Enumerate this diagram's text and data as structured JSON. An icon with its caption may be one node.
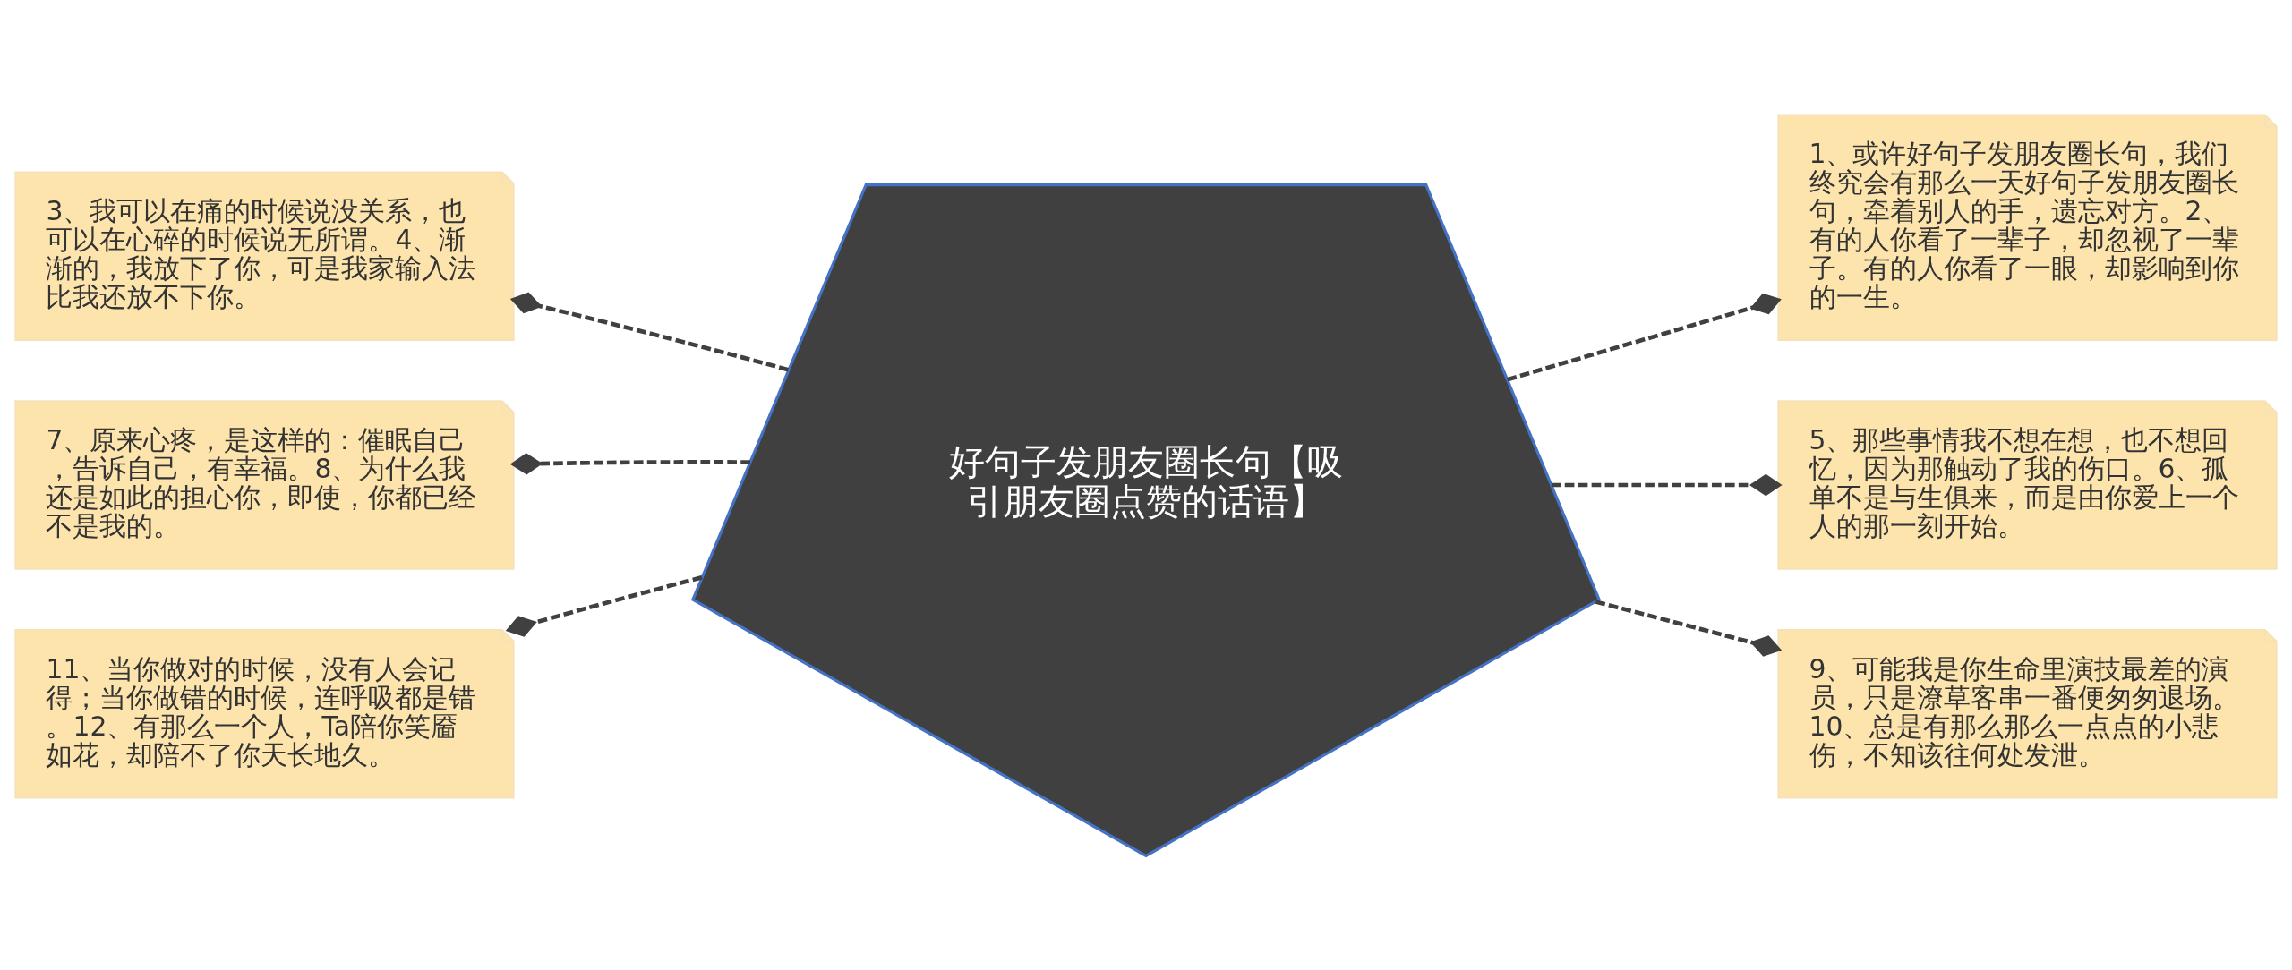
{
  "diagram": {
    "nodes": [
      {
        "text": [
          "好句子发朋友圈长句【吸引朋友圈点赞的话语】"
        ]
      },
      {
        "text": [
          "1、或许好句子发朋友圈长句，我们终究会有那么一天好句子发朋友圈长句，牵着别人的手，遗忘对方。2、有的人你看了一辈子，却忽视了一辈子。有的人你看了一眼，却影响到你的一生。"
        ]
      },
      {
        "text": [
          "3、我可以在痛的时候说没关系，也可以在心碎的时候说无所谓。4、渐渐的，我放下了你，可是我家输入法比我还放不下你。"
        ]
      },
      {
        "text": [
          "5、那些事情我不想在想，也不想回忆，因为那触动了我的伤口。6、孤单不是与生俱来，而是由你爱上一个人的那一刻开始。"
        ]
      },
      {
        "text": [
          "7、原来心疼，是这样的：催眠自己，告诉自己，有幸福。8、为什么我还是如此的担心你，即使，你都已经不是我的。"
        ]
      },
      {
        "text": [
          "9、可能我是你生命里演技最差的演员，只是潦草客串一番便匆匆退场。10、总是有那么那么一点点的小悲伤，不知该往何处发泄。"
        ]
      },
      {
        "text": [
          "11、当你做对的时候，没有人会记得；当你做错的时候，连呼吸都是错。12、有那么一个人，Ta陪你笑靥如花，却陪不了你天长地久。"
        ]
      }
    ],
    "edges": [
      {
        "from": 0,
        "to": 1,
        "arrow": "other",
        "style": "dashed"
      },
      {
        "from": 0,
        "to": 2,
        "arrow": "other",
        "style": "dashed"
      },
      {
        "from": 0,
        "to": 3,
        "arrow": "other",
        "style": "dashed"
      },
      {
        "from": 0,
        "to": 4,
        "arrow": "other",
        "style": "dashed"
      },
      {
        "from": 0,
        "to": 5,
        "arrow": "other",
        "style": "dashed"
      },
      {
        "from": 0,
        "to": 6,
        "arrow": "other",
        "style": "dashed"
      }
    ]
  }
}
